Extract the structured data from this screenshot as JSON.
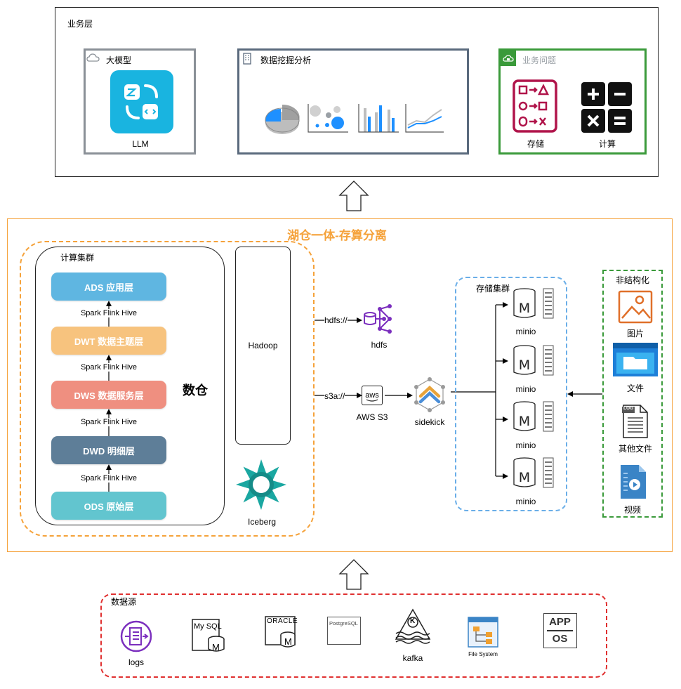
{
  "business": {
    "title": "业务层",
    "llm_group": {
      "title": "大模型",
      "item_label": "LLM"
    },
    "mining_group": {
      "title": "数据挖掘分析"
    },
    "issue_group": {
      "title": "业务问题",
      "storage_label": "存储",
      "compute_label": "计算"
    }
  },
  "lakehouse": {
    "title": "湖仓一体-存算分离",
    "compute_cluster": {
      "title": "计算集群",
      "layers": [
        {
          "label": "ADS 应用层",
          "color": "#5fb6e1"
        },
        {
          "label": "DWT 数据主题层",
          "color": "#f7c37e"
        },
        {
          "label": "DWS 数据服务层",
          "color": "#ef8f80"
        },
        {
          "label": "DWD  明细层",
          "color": "#5e7e98"
        },
        {
          "label": "ODS 原始层",
          "color": "#62c5cf"
        }
      ],
      "engines": [
        "Spark Flink Hive",
        "Spark Flink Hive",
        "Spark Flink Hive",
        "Spark Flink Hive"
      ],
      "warehouse_label": "数仓"
    },
    "hadoop_label": "Hadoop",
    "iceberg_label": "Iceberg",
    "hdfs_protocol": "hdfs://",
    "hdfs_label": "hdfs",
    "s3_protocol": "s3a://",
    "s3_label": "AWS S3",
    "aws_text": "aws",
    "sidekick_label": "sidekick",
    "storage_cluster": {
      "title": "存储集群",
      "nodes": [
        "minio",
        "minio",
        "minio",
        "minio"
      ]
    },
    "unstructured": {
      "title": "非结构化",
      "items": [
        "图片",
        "文件",
        "其他文件",
        "视频"
      ],
      "log_tag": "LOG"
    }
  },
  "sources": {
    "title": "数据源",
    "items": [
      {
        "label": "logs"
      },
      {
        "label": "My SQL",
        "sub": "M"
      },
      {
        "label": "ORACLE",
        "sub": "M"
      },
      {
        "label": "PostgreSQL"
      },
      {
        "label": "kafka",
        "sub": "K"
      },
      {
        "label": "File System"
      },
      {
        "label": "APP",
        "sub": "OS"
      }
    ]
  },
  "colors": {
    "orange": "#f5a23a",
    "green": "#3a9a3a",
    "red": "#e03030",
    "blue_dash": "#6aaee8",
    "gray_border": "#8a9097",
    "llm_cyan": "#19b4e0",
    "purple": "#7b2fbe",
    "kafka": "#222222",
    "issue_red": "#b0144a"
  }
}
